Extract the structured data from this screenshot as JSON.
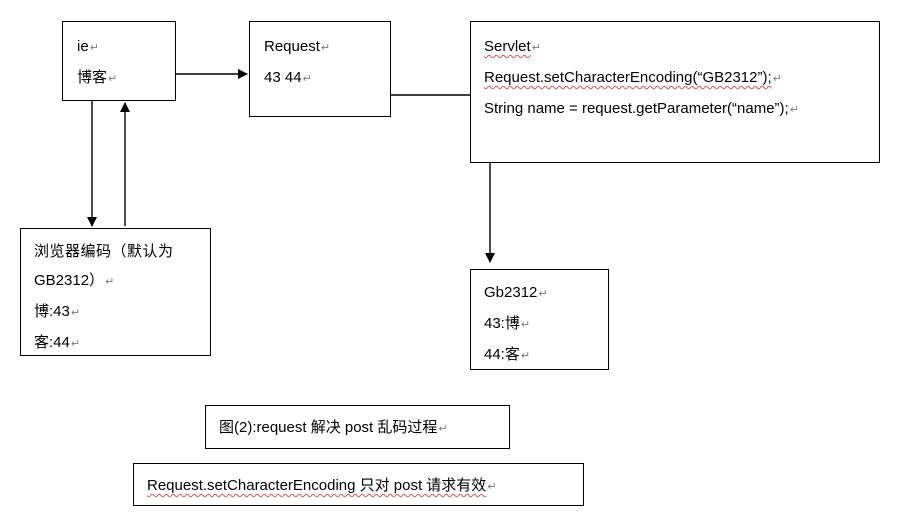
{
  "ie_box": {
    "line1": "ie",
    "line2": "博客"
  },
  "request_box": {
    "line1": "Request",
    "line2": "43 44"
  },
  "servlet_box": {
    "line1": "Servlet",
    "line2": "Request.setCharacterEncoding(“GB2312”);",
    "line3": "String name = request.getParameter(“name”);"
  },
  "browser_box": {
    "line1": "浏览器编码（默认为",
    "line2": "GB2312）",
    "line3": "博:43",
    "line4": "客:44"
  },
  "result_box": {
    "line1": "Gb2312",
    "line2": "43:博",
    "line3": "44:客"
  },
  "caption": {
    "text": "图(2):request 解决 post 乱码过程"
  },
  "note": {
    "text": "Request.setCharacterEncoding 只对 post 请求有效"
  },
  "paragraph_mark": "↵"
}
